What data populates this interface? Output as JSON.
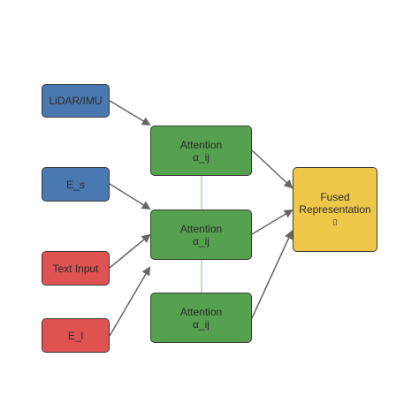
{
  "diagram": {
    "inputs": {
      "lidar": {
        "label": "LiDAR/IMU"
      },
      "es": {
        "label": "E_s"
      },
      "text": {
        "label": "Text Input"
      },
      "el": {
        "label": "E_l"
      }
    },
    "attention": [
      {
        "line1": "Attention",
        "line2": "α_ij"
      },
      {
        "line1": "Attention",
        "line2": "α_ij"
      },
      {
        "line1": "Attention",
        "line2": "α_ij"
      }
    ],
    "output": {
      "line1": "Fused",
      "line2": "Representation",
      "line3": "▯"
    },
    "colors": {
      "input_blue": "#4a78b0",
      "input_red": "#de5252",
      "attention_green": "#56a150",
      "output_yellow": "#efc84a",
      "arrow": "#666666",
      "connector": "#8fd08a"
    }
  }
}
